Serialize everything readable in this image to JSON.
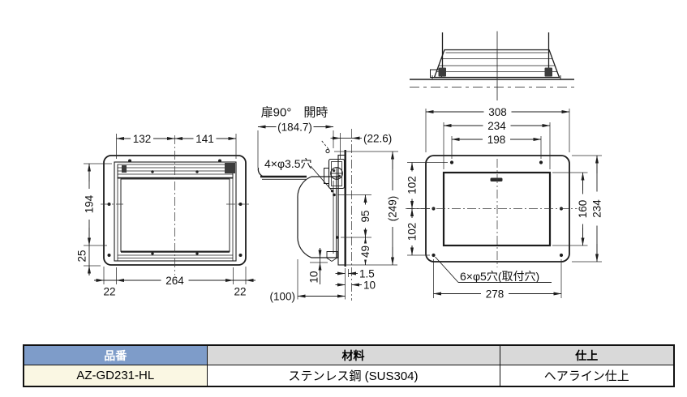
{
  "drawing": {
    "side_view_title": "扉90°　開時",
    "side_hole_note": "4×φ3.5穴",
    "mount_hole_note": "6×φ5穴(取付穴)",
    "rear_dims": {
      "top_left": "132",
      "top_right": "141",
      "left_height": "194",
      "left_lower": "25",
      "bottom_left_margin": "22",
      "bottom_span": "264",
      "bottom_right_margin": "22"
    },
    "side_dims": {
      "open_depth": "(184.7)",
      "hinge_offset": "(22.6)",
      "overall_height": "(249)",
      "hole_pitch": "95",
      "lower_offset": "49",
      "door_clearance": "10",
      "flange_gap": "1.5",
      "panel_inset": "10",
      "box_depth": "(100)"
    },
    "front_dims": {
      "overall_width": "308",
      "cutout_width": "234",
      "top_hole_pitch": "198",
      "upper_hole_offset": "102",
      "lower_hole_offset": "102",
      "cutout_height": "160",
      "overall_height": "234",
      "bottom_hole_pitch": "278"
    }
  },
  "table": {
    "headers": {
      "part_no": "品番",
      "material": "材料",
      "finish": "仕上"
    },
    "row": {
      "part_no": "AZ-GD231-HL",
      "material": "ステンレス鋼 (SUS304)",
      "finish": "ヘアライン仕上"
    }
  },
  "colors": {
    "accent_header": "#7e9cc9",
    "header_gray": "#d9d9d9",
    "part_cell": "#faf7e3",
    "line": "#1c1c1c",
    "fill_light": "#d5d5d5"
  }
}
